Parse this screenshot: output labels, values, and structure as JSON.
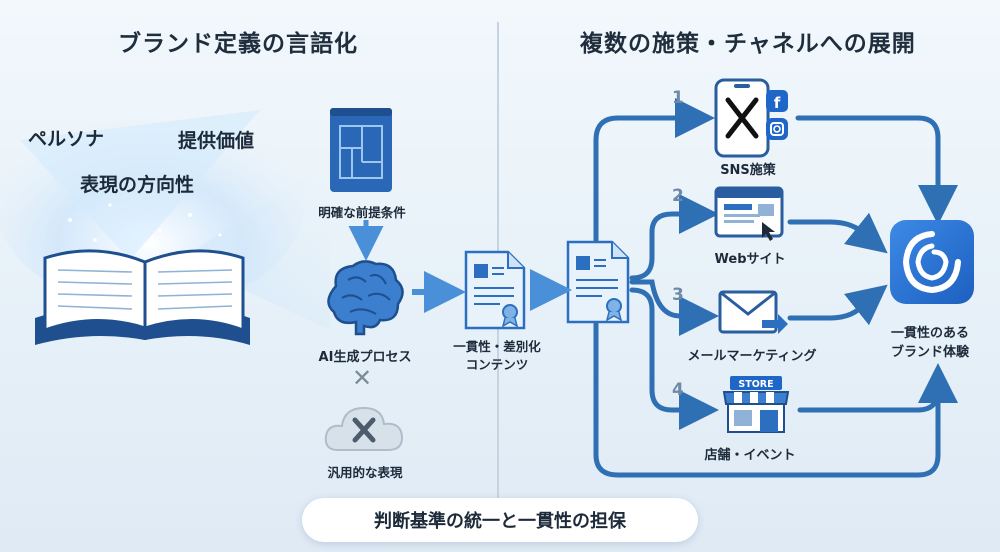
{
  "titles": {
    "left": "ブランド定義の言語化",
    "right": "複数の施策・チャネルへの展開"
  },
  "book_keywords": [
    "ペルソナ",
    "提供価値",
    "表現の方向性"
  ],
  "flow": {
    "premise": "明確な前提条件",
    "ai_process": "AI生成プロセス",
    "generic": "汎用的な表現",
    "content_line1": "一貫性・差別化",
    "content_line2": "コンテンツ"
  },
  "channels": [
    {
      "num": "1",
      "label": "SNS施策",
      "icon": "sns-icon"
    },
    {
      "num": "2",
      "label": "Webサイト",
      "icon": "website-icon"
    },
    {
      "num": "3",
      "label": "メールマーケティング",
      "icon": "email-icon"
    },
    {
      "num": "4",
      "label": "店舗・イベント",
      "icon": "store-icon",
      "sign": "STORE"
    }
  ],
  "outcome": {
    "line1": "一貫性のある",
    "line2": "ブランド体験"
  },
  "footer": "判断基準の統一と一貫性の担保",
  "colors": {
    "arrow": "#2f6fb3",
    "accent": "#1f66c9",
    "icon_fill": "#2c6fc0",
    "doc_bg": "#e8f2fb"
  }
}
